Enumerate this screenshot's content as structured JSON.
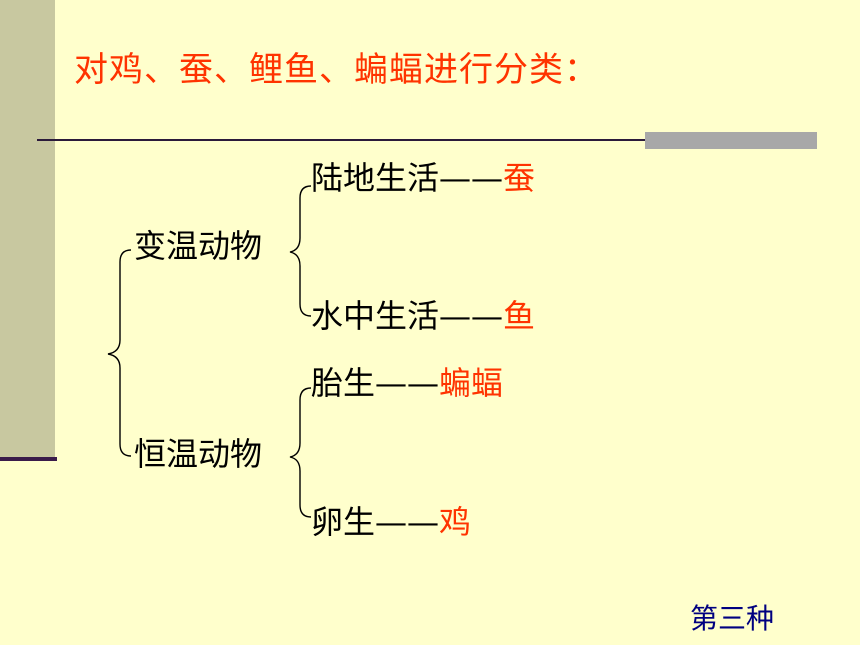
{
  "slide": {
    "title": "对鸡、蚕、鲤鱼、蝙蝠进行分类：",
    "page_label": "第三种"
  },
  "tree": {
    "cold_blooded": {
      "label": "变温动物",
      "land": {
        "label": "陆地生活",
        "dash": "——",
        "animal": "蚕"
      },
      "water": {
        "label": "水中生活",
        "dash": "——",
        "animal": "鱼"
      }
    },
    "warm_blooded": {
      "label": "恒温动物",
      "viviparous": {
        "label": "胎生",
        "dash": "——",
        "animal": "蝙蝠"
      },
      "oviparous": {
        "label": "卵生",
        "dash": "——",
        "animal": "鸡"
      }
    }
  },
  "colors": {
    "background": "#FFFFCC",
    "title": "#FF3300",
    "animal": "#FF3300",
    "page_label": "#000080",
    "sidebar": "#C8C8A0"
  }
}
